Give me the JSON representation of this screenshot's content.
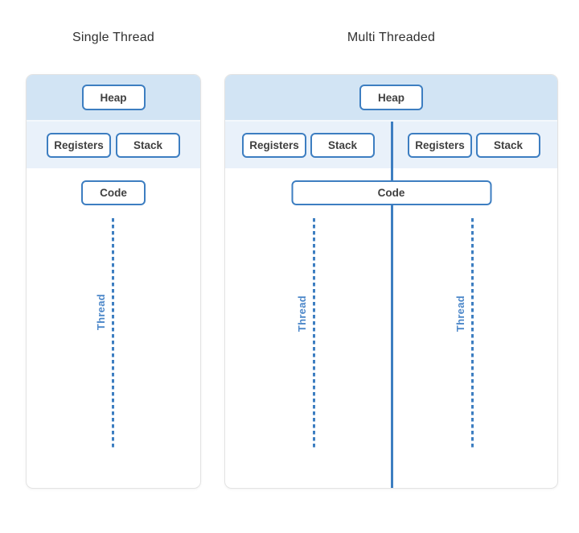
{
  "colors": {
    "accent": "#3d7ec1",
    "heap_section_bg": "#d2e4f4",
    "registers_section_bg": "#e9f1fa",
    "thread_label": "#4c87c9",
    "panel_border": "#e3e3e3",
    "title_text": "#2f2f2f",
    "box_text": "#3f3f3f"
  },
  "left_panel": {
    "title": "Single Thread",
    "heap_label": "Heap",
    "registers_label": "Registers",
    "stack_label": "Stack",
    "code_label": "Code",
    "thread_label": "Thread"
  },
  "right_panel": {
    "title": "Multi Threaded",
    "heap_label": "Heap",
    "code_label": "Code",
    "threads": [
      {
        "registers_label": "Registers",
        "stack_label": "Stack",
        "thread_label": "Thread"
      },
      {
        "registers_label": "Registers",
        "stack_label": "Stack",
        "thread_label": "Thread"
      }
    ]
  }
}
